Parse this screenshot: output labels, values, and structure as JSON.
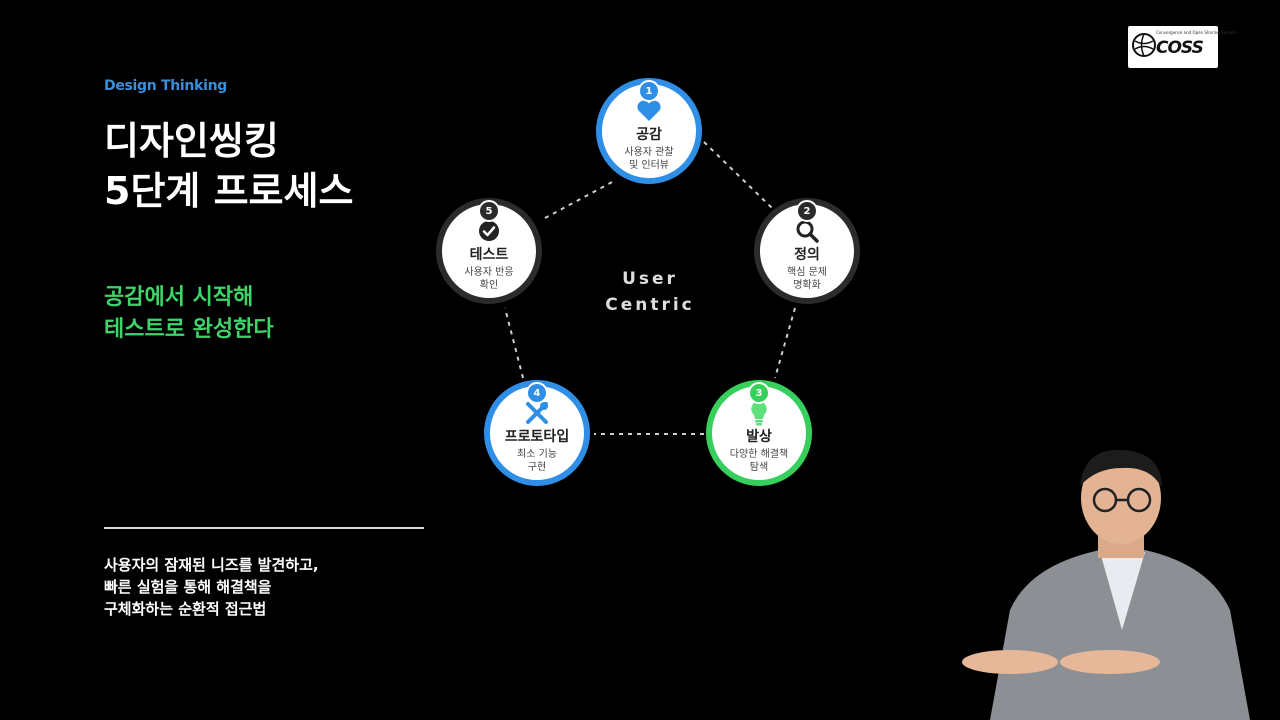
{
  "slide": {
    "eyebrow": "Design Thinking",
    "title_line1": "디자인씽킹",
    "title_line2": "5단계 프로세스",
    "tagline_line1": "공감에서 시작해",
    "tagline_line2": "테스트로 완성한다",
    "desc_line1": "사용자의 잠재된 니즈를 발견하고,",
    "desc_line2": "빠른 실험을 통해 해결책을",
    "desc_line3": "구체화하는 순환적 접근법"
  },
  "center": {
    "line1": "User",
    "line2": "Centric"
  },
  "steps": [
    {
      "number": "1",
      "label": "공감",
      "sub1": "사용자 관찰",
      "sub2": "및 인터뷰",
      "icon": "heart-icon",
      "color": "#2f8fe6"
    },
    {
      "number": "2",
      "label": "정의",
      "sub1": "핵심 문제",
      "sub2": "명확화",
      "icon": "search-icon",
      "color": "#2b2b2b"
    },
    {
      "number": "3",
      "label": "발상",
      "sub1": "다양한 해결책",
      "sub2": "탐색",
      "icon": "lightbulb-icon",
      "color": "#36cf5c"
    },
    {
      "number": "4",
      "label": "프로토타입",
      "sub1": "최소 기능",
      "sub2": "구현",
      "icon": "tools-icon",
      "color": "#2f8fe6"
    },
    {
      "number": "5",
      "label": "테스트",
      "sub1": "사용자 반응",
      "sub2": "확인",
      "icon": "check-badge-icon",
      "color": "#2b2b2b"
    }
  ],
  "logo": {
    "word": "COSS",
    "tagline": "Convergence and Open Sharing System"
  },
  "colors": {
    "accent_blue": "#2f8fe6",
    "accent_green": "#36cf5c",
    "eyebrow_blue": "#3b8fd9",
    "tagline_green": "#3ed46a"
  }
}
